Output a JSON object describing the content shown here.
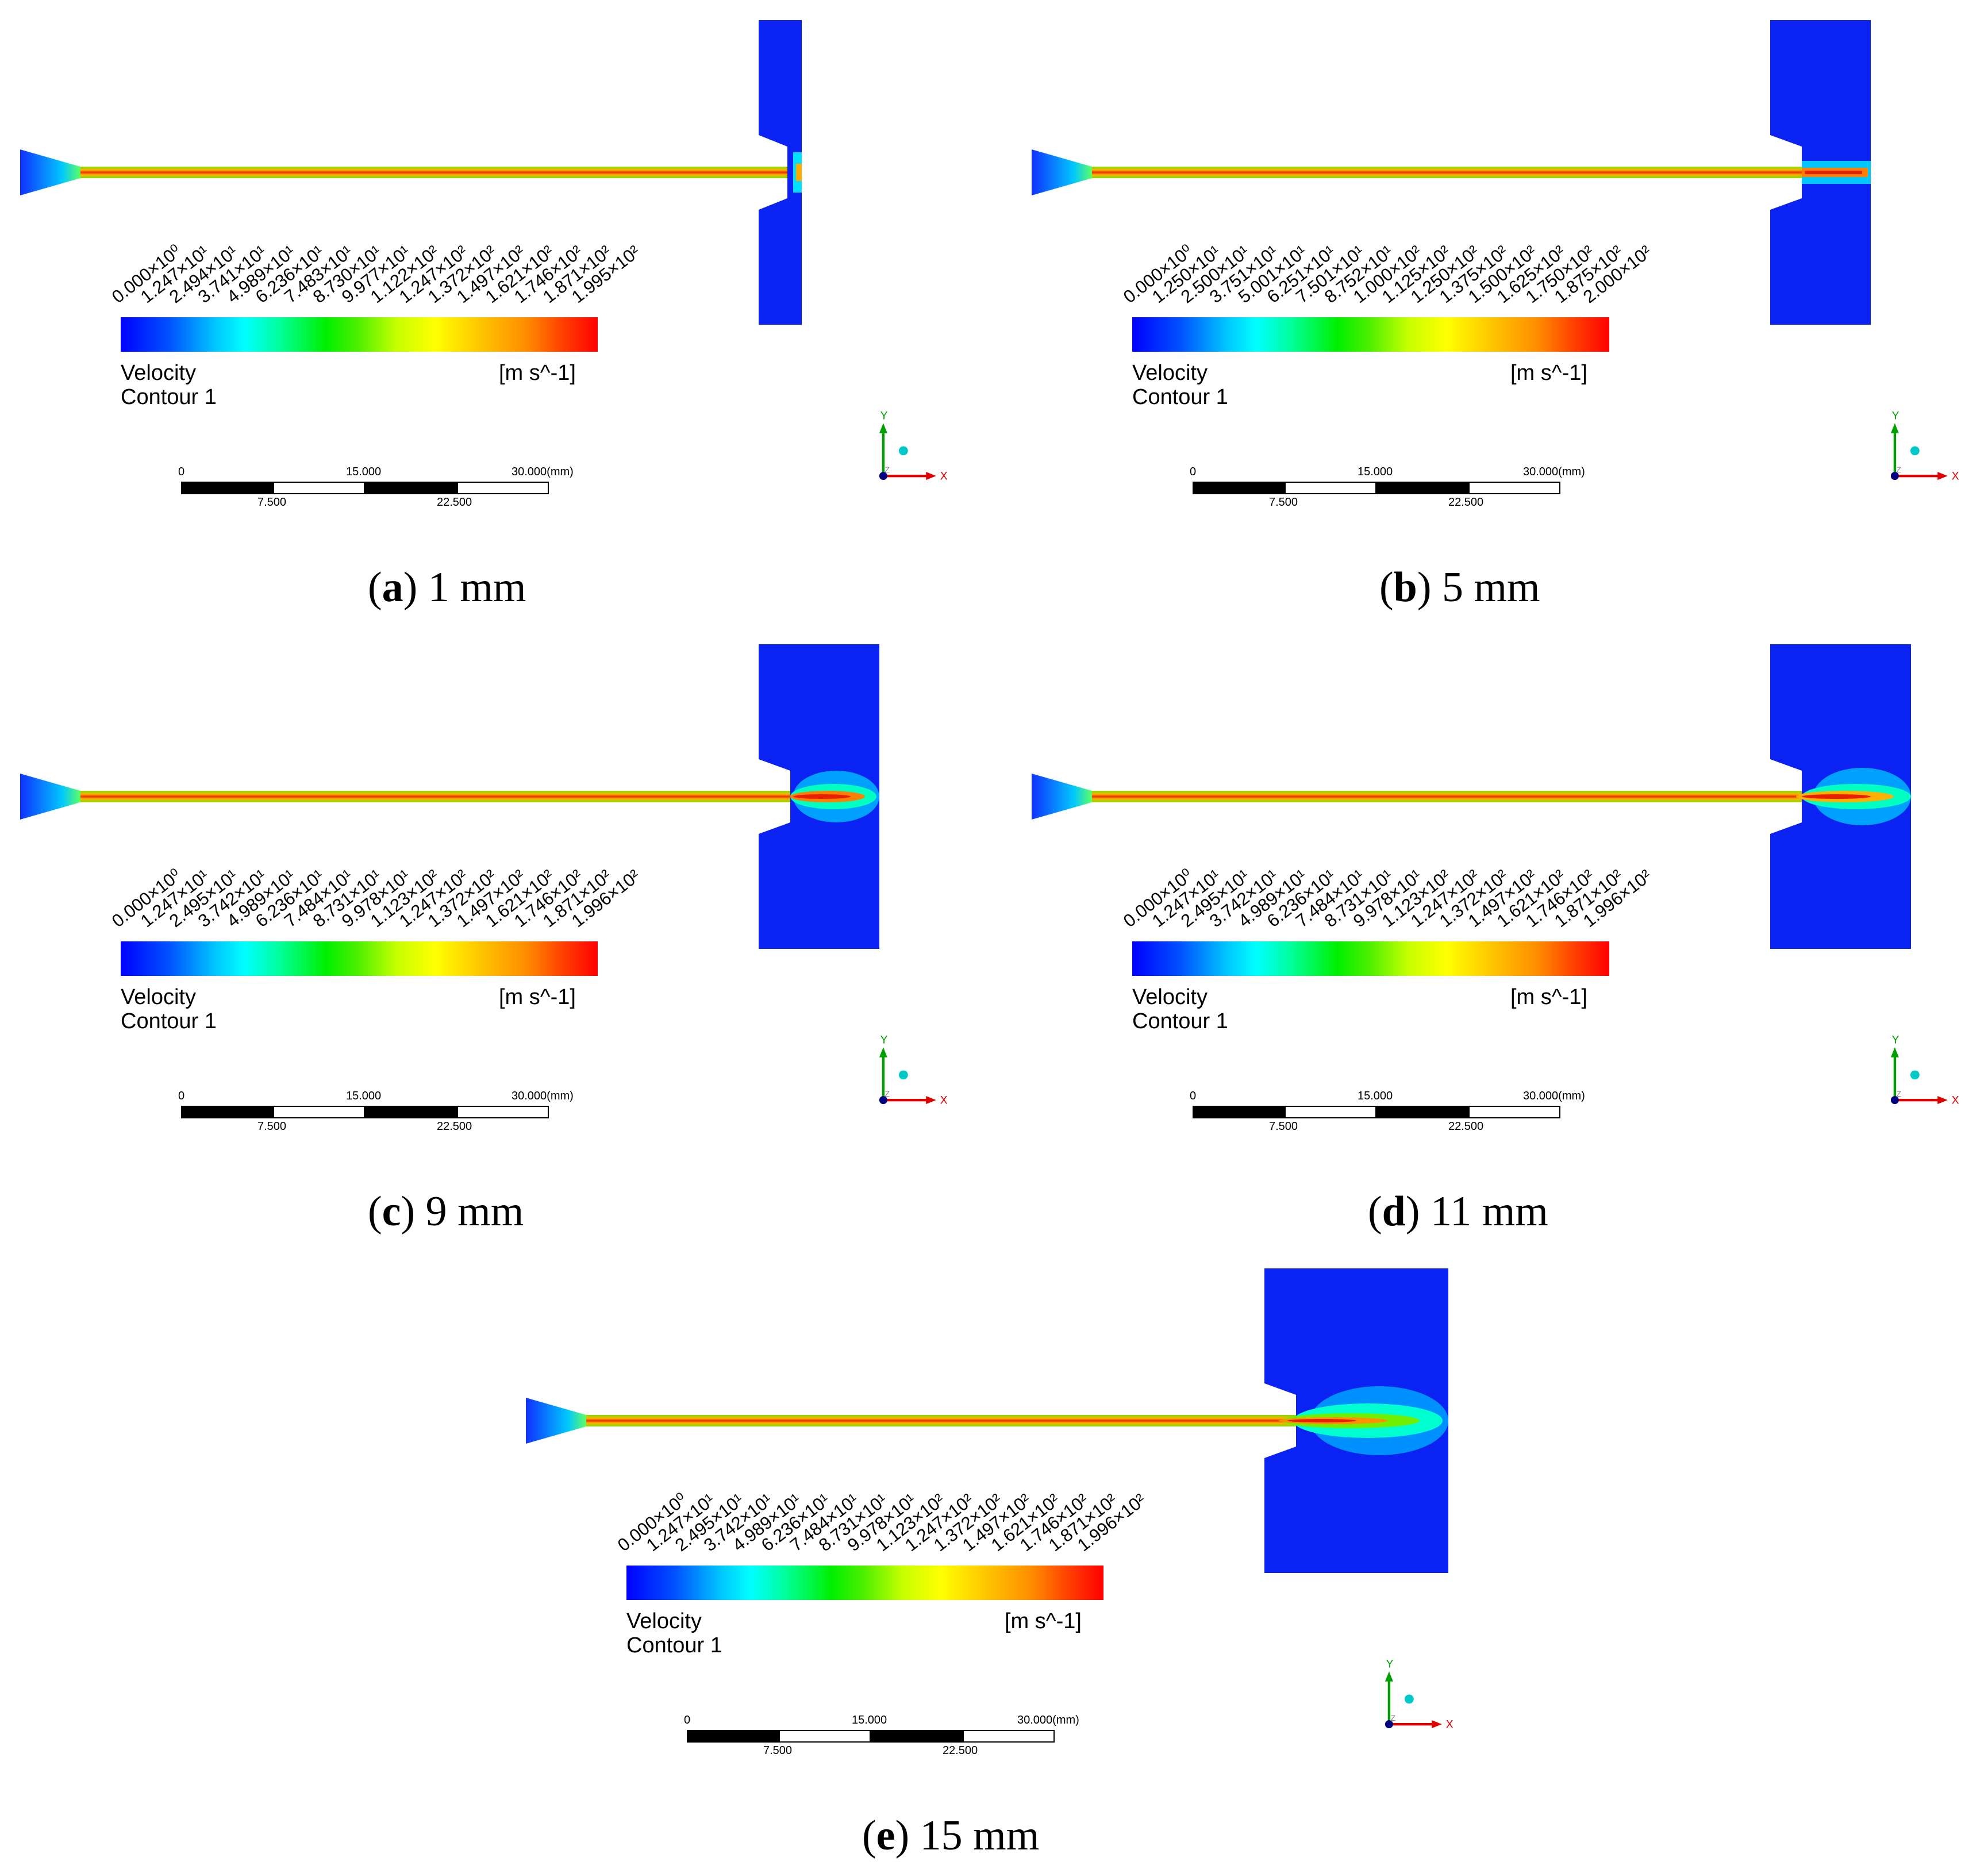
{
  "panels": [
    {
      "letter": "a",
      "caption": "1 mm",
      "legend": {
        "ticks": [
          "0.000×10⁰",
          "1.247×10¹",
          "2.494×10¹",
          "3.741×10¹",
          "4.989×10¹",
          "6.236×10¹",
          "7.483×10¹",
          "8.730×10¹",
          "9.977×10¹",
          "1.122×10²",
          "1.247×10²",
          "1.372×10²",
          "1.497×10²",
          "1.621×10²",
          "1.746×10²",
          "1.871×10²",
          "1.995×10²"
        ],
        "variable": "Velocity",
        "name": "Contour 1",
        "unit": "[m s^-1]"
      }
    },
    {
      "letter": "b",
      "caption": "5 mm",
      "legend": {
        "ticks": [
          "0.000×10⁰",
          "1.250×10¹",
          "2.500×10¹",
          "3.751×10¹",
          "5.001×10¹",
          "6.251×10¹",
          "7.501×10¹",
          "8.752×10¹",
          "1.000×10²",
          "1.125×10²",
          "1.250×10²",
          "1.375×10²",
          "1.500×10²",
          "1.625×10²",
          "1.750×10²",
          "1.875×10²",
          "2.000×10²"
        ],
        "variable": "Velocity",
        "name": "Contour 1",
        "unit": "[m s^-1]"
      }
    },
    {
      "letter": "c",
      "caption": "9 mm",
      "legend": {
        "ticks": [
          "0.000×10⁰",
          "1.247×10¹",
          "2.495×10¹",
          "3.742×10¹",
          "4.989×10¹",
          "6.236×10¹",
          "7.484×10¹",
          "8.731×10¹",
          "9.978×10¹",
          "1.123×10²",
          "1.247×10²",
          "1.372×10²",
          "1.497×10²",
          "1.621×10²",
          "1.746×10²",
          "1.871×10²",
          "1.996×10²"
        ],
        "variable": "Velocity",
        "name": "Contour 1",
        "unit": "[m s^-1]"
      }
    },
    {
      "letter": "d",
      "caption": "11 mm",
      "legend": {
        "ticks": [
          "0.000×10⁰",
          "1.247×10¹",
          "2.495×10¹",
          "3.742×10¹",
          "4.989×10¹",
          "6.236×10¹",
          "7.484×10¹",
          "8.731×10¹",
          "9.978×10¹",
          "1.123×10²",
          "1.247×10²",
          "1.372×10²",
          "1.497×10²",
          "1.621×10²",
          "1.746×10²",
          "1.871×10²",
          "1.996×10²"
        ],
        "variable": "Velocity",
        "name": "Contour 1",
        "unit": "[m s^-1]"
      }
    },
    {
      "letter": "e",
      "caption": "15 mm",
      "legend": {
        "ticks": [
          "0.000×10⁰",
          "1.247×10¹",
          "2.495×10¹",
          "3.742×10¹",
          "4.989×10¹",
          "6.236×10¹",
          "7.484×10¹",
          "8.731×10¹",
          "9.978×10¹",
          "1.123×10²",
          "1.247×10²",
          "1.372×10²",
          "1.497×10²",
          "1.621×10²",
          "1.746×10²",
          "1.871×10²",
          "1.996×10²"
        ],
        "variable": "Velocity",
        "name": "Contour 1",
        "unit": "[m s^-1]"
      }
    }
  ],
  "scalebar": {
    "top_labels": [
      "0",
      "15.000",
      "30.000(mm)"
    ],
    "bottom_labels": [
      "7.500",
      "22.500"
    ]
  },
  "axes": {
    "y": "Y",
    "x": "X",
    "z": "Z"
  },
  "colors": {
    "solid_blue": "#0b23f2",
    "axis_y": "#00a000",
    "axis_x": "#e00000",
    "axis_z": "#000080",
    "triad_ball": "#00c8c8"
  }
}
